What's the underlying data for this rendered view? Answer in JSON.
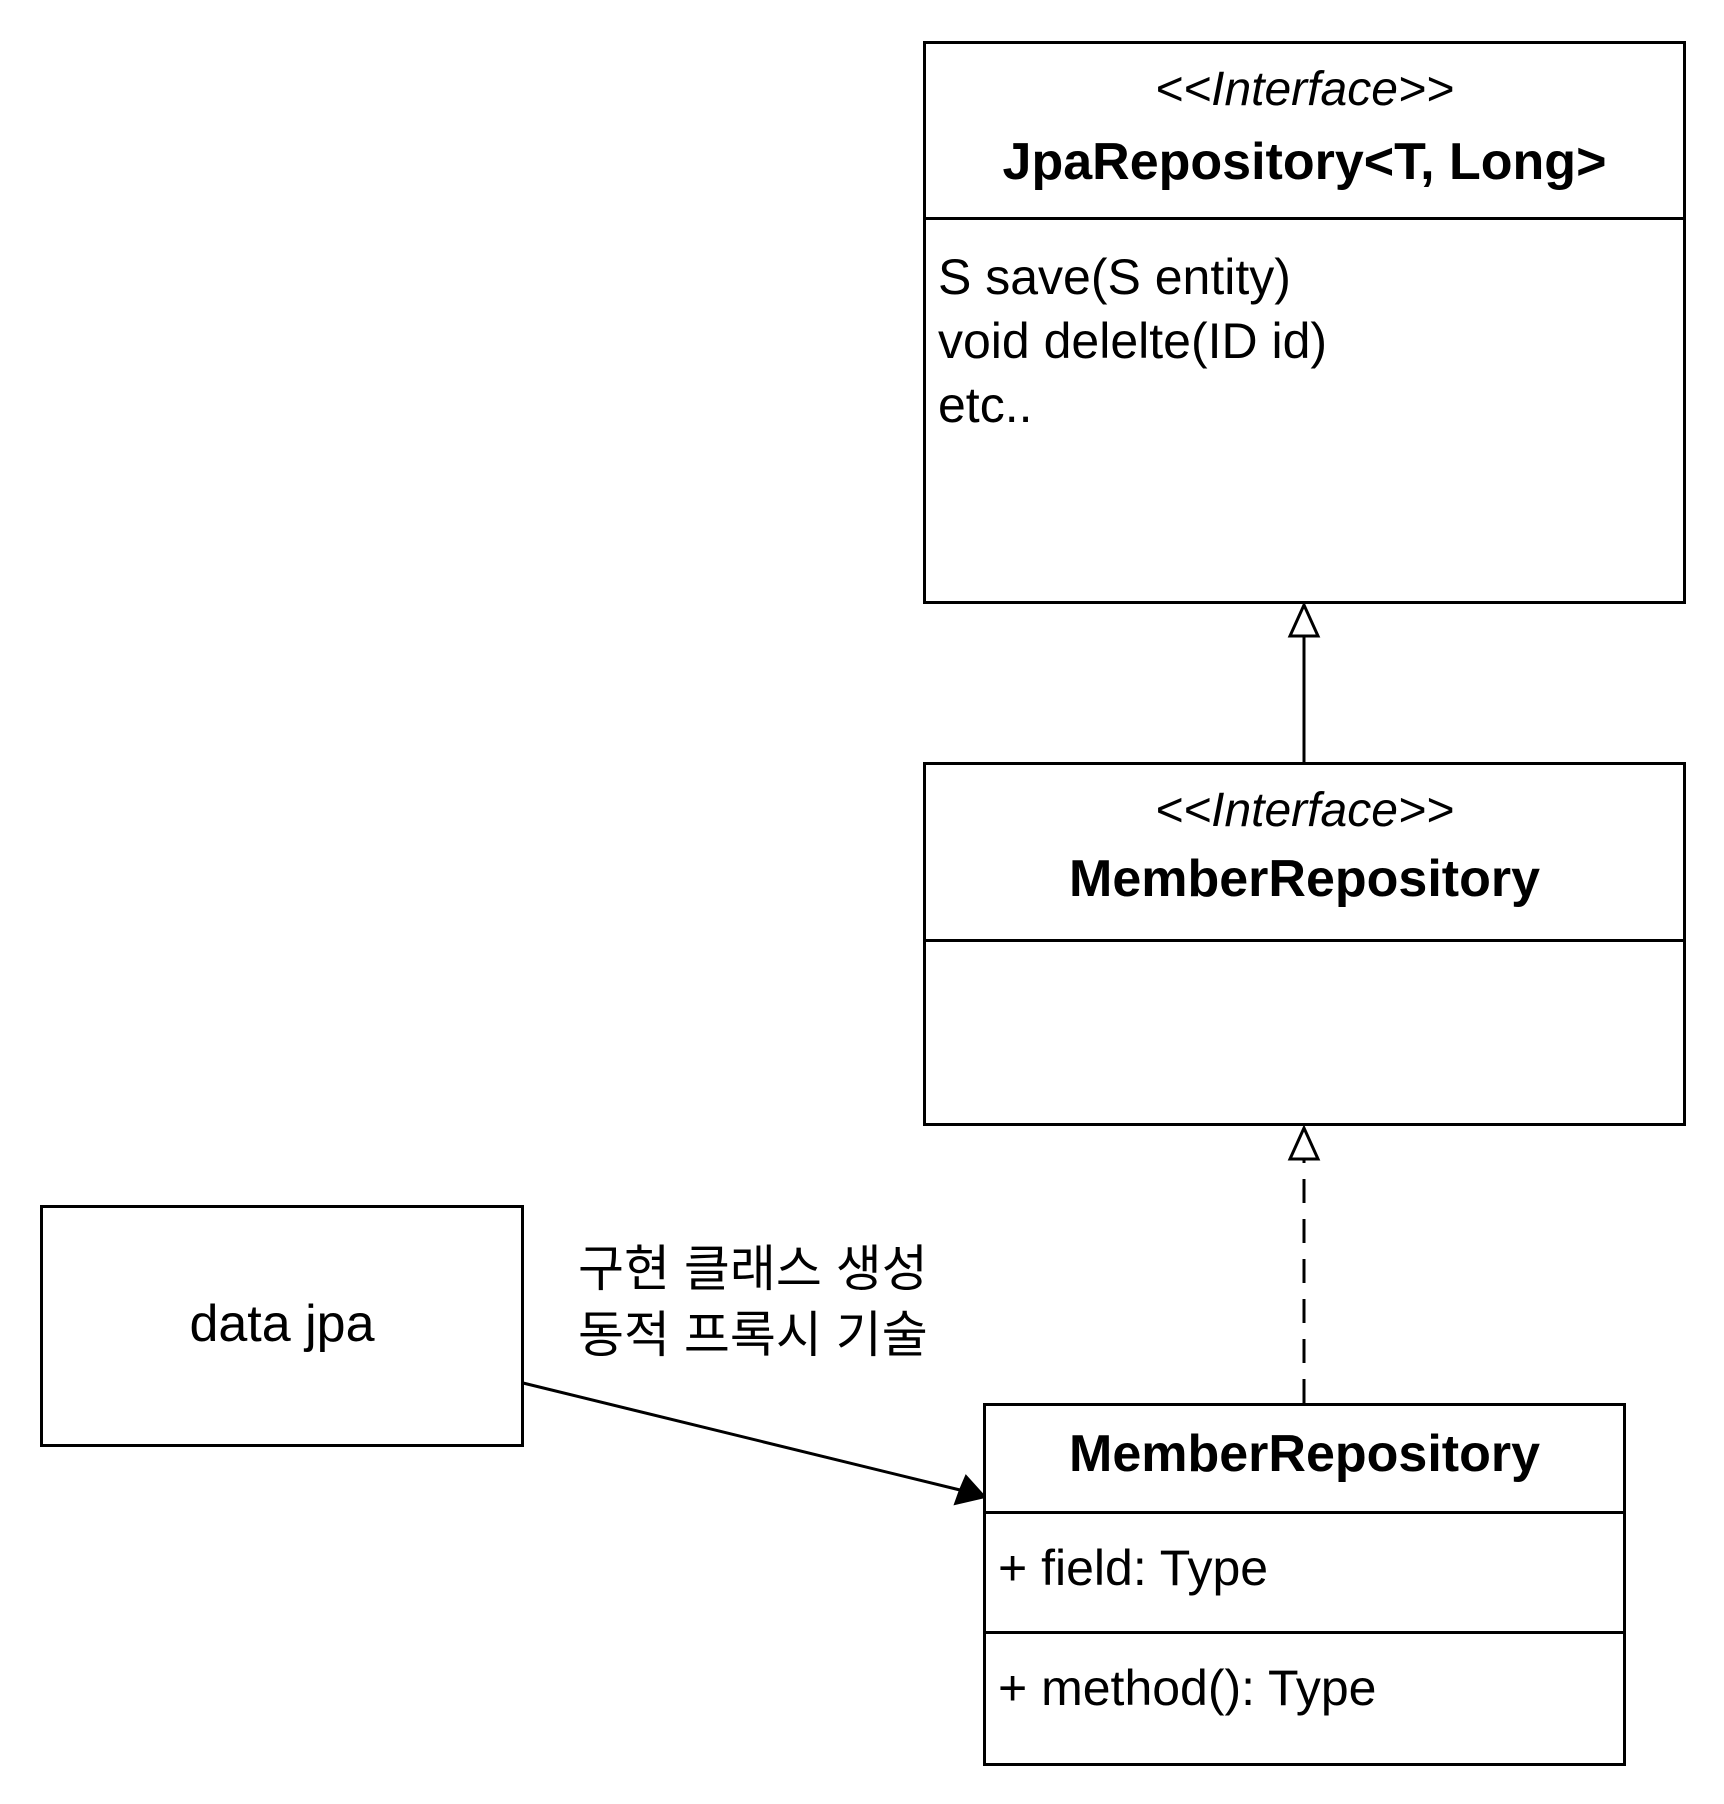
{
  "jpa_repository": {
    "stereotype": "<<Interface>>",
    "name": "JpaRepository<T, Long>",
    "methods": [
      "S save(S entity)",
      "void delelte(ID id)",
      "etc.."
    ]
  },
  "member_repository_interface": {
    "stereotype": "<<Interface>>",
    "name": "MemberRepository"
  },
  "member_repository_class": {
    "name": "MemberRepository",
    "field": "+ field: Type",
    "method": "+ method(): Type"
  },
  "data_jpa_box": {
    "label": "data jpa"
  },
  "proxy_note": {
    "line1": "구현 클래스 생성",
    "line2": "동적 프록시 기술"
  }
}
